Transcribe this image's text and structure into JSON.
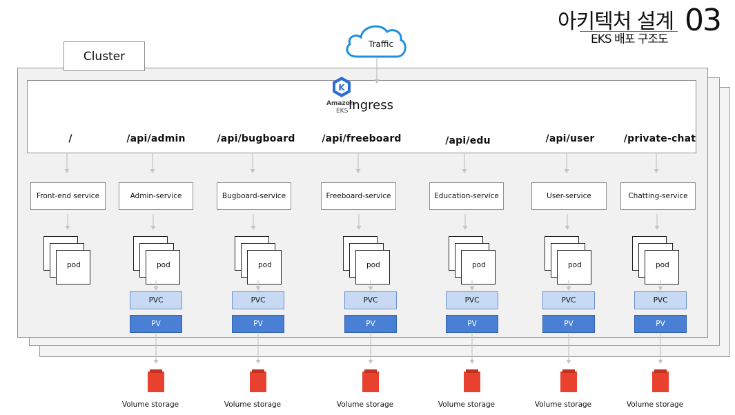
{
  "header": {
    "title": "아키텍처 설계",
    "number": "03",
    "subtitle": "EKS 배포 구조도"
  },
  "traffic": {
    "label": "Traffic",
    "icon": "cloud-icon"
  },
  "cluster": {
    "label": "Cluster"
  },
  "ingress": {
    "label": "Ingress",
    "logo": {
      "text1": "Amazon",
      "text2": "EKS",
      "letter": "K",
      "color": "#2d6bd6"
    }
  },
  "routes": [
    {
      "path": "/",
      "service": "Front-end service",
      "pod": "pod",
      "pvc": "",
      "pv": "",
      "storage": ""
    },
    {
      "path": "/api/admin",
      "service": "Admin-service",
      "pod": "pod",
      "pvc": "PVC",
      "pv": "PV",
      "storage": "Volume storage"
    },
    {
      "path": "/api/bugboard",
      "service": "Bugboard-service",
      "pod": "pod",
      "pvc": "PVC",
      "pv": "PV",
      "storage": "Volume storage"
    },
    {
      "path": "/api/freeboard",
      "service": "Freeboard-service",
      "pod": "pod",
      "pvc": "PVC",
      "pv": "PV",
      "storage": "Volume storage"
    },
    {
      "path": "/api/edu",
      "service": "Education-service",
      "pod": "pod",
      "pvc": "PVC",
      "pv": "PV",
      "storage": "Volume storage"
    },
    {
      "path": "/api/user",
      "service": "User-service",
      "pod": "pod",
      "pvc": "PVC",
      "pv": "PV",
      "storage": "Volume storage"
    },
    {
      "path": "/private-chat",
      "service": "Chatting-service",
      "pod": "pod",
      "pvc": "PVC",
      "pv": "PV",
      "storage": "Volume storage"
    }
  ],
  "colors": {
    "pvc": "#c7d9f3",
    "pv": "#4a7fd6",
    "storage": "#e8412f",
    "cloud": "#1f8fe0"
  }
}
